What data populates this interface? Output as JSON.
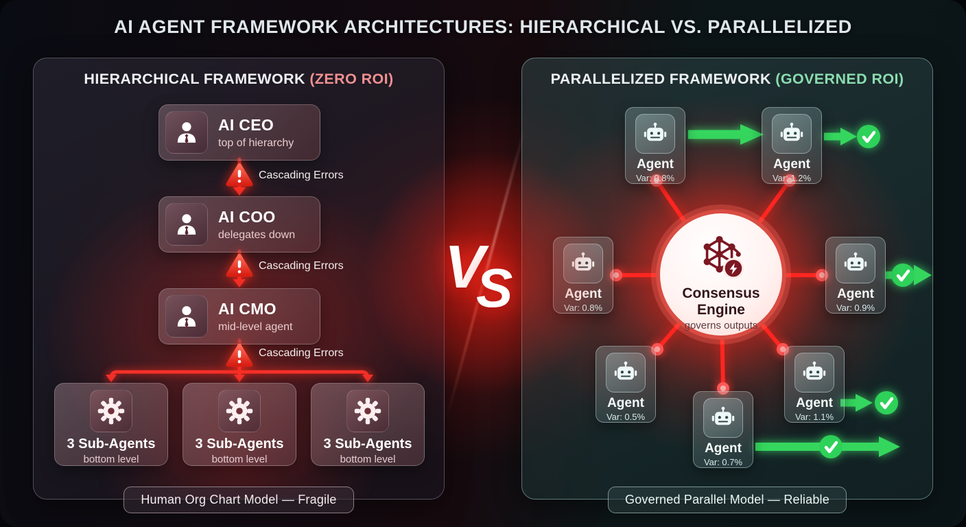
{
  "title": "AI AGENT FRAMEWORK ARCHITECTURES: HIERARCHICAL VS. PARALLELIZED",
  "vs_badge": {
    "first": "V",
    "second": "S"
  },
  "left_panel": {
    "title": "HIERARCHICAL FRAMEWORK ",
    "roi_tag": "(ZERO ROI)",
    "error_label": "Cascading Errors",
    "nodes": [
      {
        "title": "AI CEO",
        "subtitle": "top of hierarchy"
      },
      {
        "title": "AI COO",
        "subtitle": "delegates down"
      },
      {
        "title": "AI CMO",
        "subtitle": "mid-level agent"
      }
    ],
    "sub_agents": [
      {
        "title": "3 Sub-Agents",
        "subtitle": "bottom level"
      },
      {
        "title": "3 Sub-Agents",
        "subtitle": "bottom level"
      },
      {
        "title": "3 Sub-Agents",
        "subtitle": "bottom level"
      }
    ],
    "footer": "Human Org Chart Model — Fragile"
  },
  "right_panel": {
    "title": "PARALLELIZED FRAMEWORK ",
    "roi_tag": "(GOVERNED ROI)",
    "consensus": {
      "title": "Consensus Engine",
      "subtitle": "governs outputs"
    },
    "agents": [
      {
        "label": "Agent",
        "variance": "Var: 0.8%"
      },
      {
        "label": "Agent",
        "variance": "Var: 1.2%"
      },
      {
        "label": "Agent",
        "variance": "Var: 0.8%"
      },
      {
        "label": "Agent",
        "variance": "Var: 0.9%"
      },
      {
        "label": "Agent",
        "variance": "Var: 0.5%"
      },
      {
        "label": "Agent",
        "variance": "Var: 0.7%"
      },
      {
        "label": "Agent",
        "variance": "Var: 1.1%"
      }
    ],
    "footer": "Governed Parallel Model — Reliable"
  },
  "icons": {
    "person-icon": "businessperson avatar",
    "gear-icon": "cog sub-agent worker",
    "robot-icon": "robot agent head",
    "warning-icon": "red triangle with exclamation",
    "network-icon": "consensus node graph",
    "lightning-icon": "power bolt badge",
    "check-icon": "green success checkmark"
  },
  "colors": {
    "error_red": "#f5312a",
    "success_green": "#2ed159",
    "zero_roi_red": "#f09090",
    "governed_roi_green": "#8bdcae"
  }
}
